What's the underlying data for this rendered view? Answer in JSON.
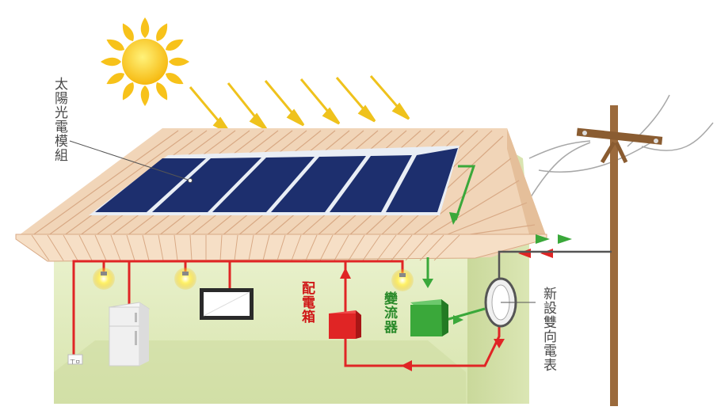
{
  "labels": {
    "solar_module": "太陽光電模組",
    "distribution_box": "配電箱",
    "inverter": "變流器",
    "bidirectional_meter": "新設雙向電表",
    "outlet": "ㄒㅁ"
  },
  "colors": {
    "sun": "#f7c21a",
    "sun_ray": "#f0c419",
    "solar_panel": "#1d2f6e",
    "roof": "#f1d5b8",
    "wall": "#e4edc4",
    "ac_wire": "#e02525",
    "dc_wire": "#3aa83a",
    "pole": "#9b6a3c",
    "grid_wire": "#999999"
  },
  "icons": [
    "sun-icon",
    "light-bulb-icon",
    "refrigerator-icon",
    "television-icon",
    "utility-pole-icon"
  ]
}
